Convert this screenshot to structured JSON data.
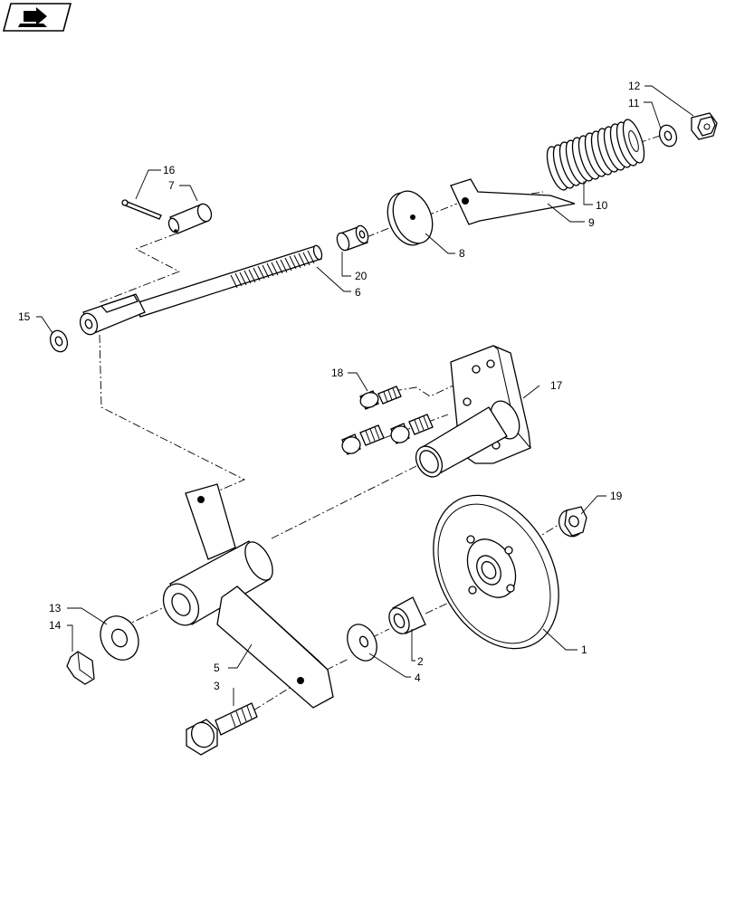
{
  "diagram": {
    "nav_icon": "back-to-index-icon",
    "callouts": [
      {
        "id": "c1",
        "text": "1"
      },
      {
        "id": "c2",
        "text": "2"
      },
      {
        "id": "c3",
        "text": "3"
      },
      {
        "id": "c4",
        "text": "4"
      },
      {
        "id": "c5",
        "text": "5"
      },
      {
        "id": "c6",
        "text": "6"
      },
      {
        "id": "c7",
        "text": "7"
      },
      {
        "id": "c8",
        "text": "8"
      },
      {
        "id": "c9",
        "text": "9"
      },
      {
        "id": "c10",
        "text": "10"
      },
      {
        "id": "c11",
        "text": "11"
      },
      {
        "id": "c12",
        "text": "12"
      },
      {
        "id": "c13",
        "text": "13"
      },
      {
        "id": "c14",
        "text": "14"
      },
      {
        "id": "c15",
        "text": "15"
      },
      {
        "id": "c16",
        "text": "16"
      },
      {
        "id": "c17",
        "text": "17"
      },
      {
        "id": "c18",
        "text": "18"
      },
      {
        "id": "c19",
        "text": "19"
      },
      {
        "id": "c20",
        "text": "20"
      }
    ]
  }
}
